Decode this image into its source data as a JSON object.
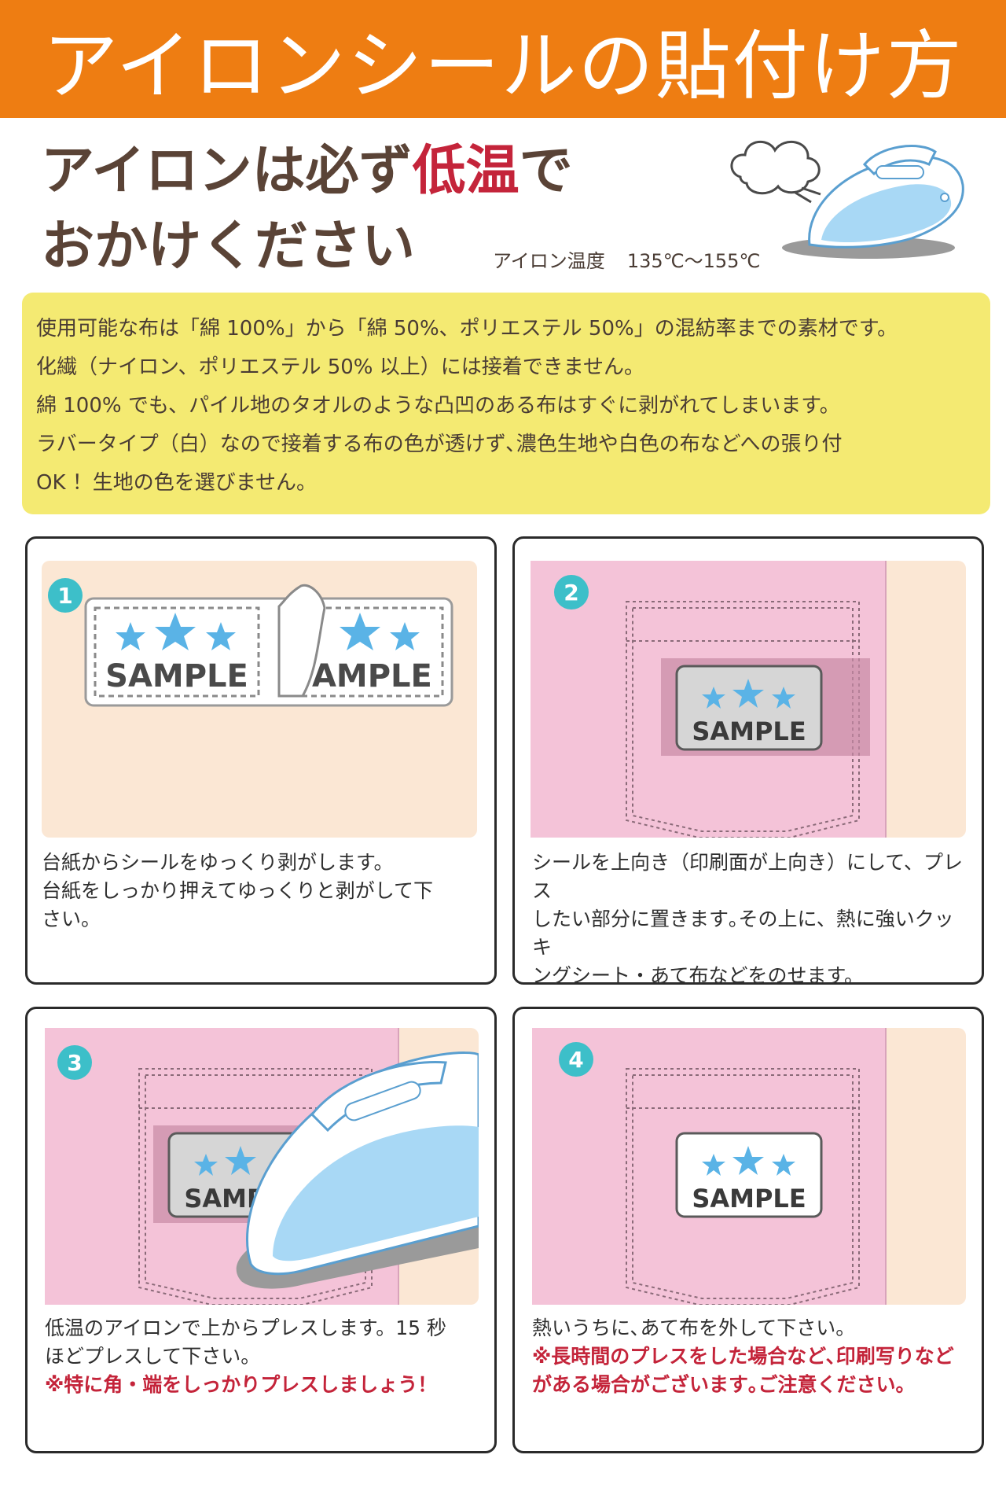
{
  "header": {
    "title": "アイロンシールの貼付け方"
  },
  "headline": {
    "line1_pre": "アイロンは必ず",
    "line1_highlight": "低温",
    "line1_post": "で",
    "line2": "おかけください"
  },
  "temperature": {
    "label": "アイロン温度",
    "value": "135℃～155℃"
  },
  "info": {
    "lines": [
      "使用可能な布は「綿 100%」から「綿 50%、ポリエステル 50%」の混紡率までの素材です。",
      "化繊（ナイロン、ポリエステル 50% 以上）には接着できません。",
      "綿 100% でも、パイル地のタオルのような凸凹のある布はすぐに剥がれてしまいます。",
      "ラバータイプ（白）なので接着する布の色が透けず､濃色生地や白色の布などへの張り付",
      "OK ！生地の色を選びません。"
    ]
  },
  "sample_text": "SAMPLE",
  "steps": [
    {
      "number": "1",
      "lines": [
        "台紙からシールをゆっくり剥がします。",
        "台紙をしっかり押えてゆっくりと剥がして下",
        "さい。"
      ],
      "note": ""
    },
    {
      "number": "2",
      "lines": [
        "シールを上向き（印刷面が上向き）にして、プレス",
        "したい部分に置きます｡その上に、熱に強いクッキ",
        "ングシート・あて布などをのせます。"
      ],
      "note": ""
    },
    {
      "number": "3",
      "lines": [
        "低温のアイロンで上からプレスします。15 秒",
        "ほどプレスして下さい。"
      ],
      "note": "※特に角・端をしっかりプレスしましょう！"
    },
    {
      "number": "4",
      "lines": [
        "熱いうちに､あて布を外して下さい。"
      ],
      "note": "※長時間のプレスをした場合など､印刷写りなどがある場合がございます｡ご注意ください。"
    }
  ],
  "colors": {
    "header": "#ee7d12",
    "highlight_red": "#c4243a",
    "info_yellow": "#f4ea72",
    "step_badge": "#3dbfc9",
    "star_blue": "#5ab3e6",
    "pocket_pink": "#f4c3d8",
    "bg_peach": "#fbe7d4"
  }
}
